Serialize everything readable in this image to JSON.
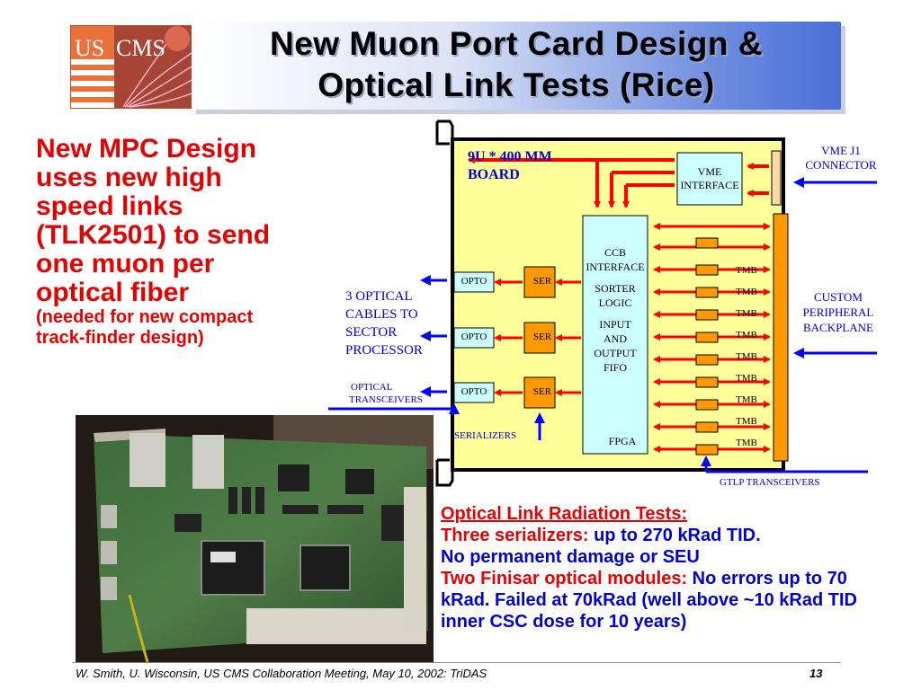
{
  "title": {
    "line1": "New Muon Port Card Design &",
    "line2": "Optical Link Tests (Rice)"
  },
  "logo": {
    "text_left": "US",
    "text_right": "CMS"
  },
  "left_text": {
    "main_lines": [
      "New MPC Design",
      "uses new high",
      "speed links",
      "(TLK2501) to send",
      "one muon per",
      "optical fiber"
    ],
    "sub_lines": [
      "(needed for new compact",
      "track-finder design)"
    ]
  },
  "diagram": {
    "board_label_lines": [
      "9U * 400 MM",
      "BOARD"
    ],
    "vme_interface_lines": [
      "VME",
      "INTERFACE"
    ],
    "fpga_lines": [
      "CCB",
      "INTERFACE",
      "",
      "SORTER",
      "LOGIC",
      "",
      "INPUT",
      "AND",
      "OUTPUT",
      "FIFO"
    ],
    "fpga_label": "FPGA",
    "opto_label": "OPTO",
    "ser_label": "SER",
    "tmb_label": "TMB",
    "vme_j1_lines": [
      "VME  J1",
      "CONNECTOR"
    ],
    "custom_backplane_lines": [
      "CUSTOM",
      "PERIPHERAL",
      "BACKPLANE"
    ],
    "optical_cables_lines": [
      "3  OPTICAL",
      "CABLES TO",
      "SECTOR",
      "PROCESSOR"
    ],
    "optical_transceivers_lines": [
      "OPTICAL",
      "TRANSCEIVERS"
    ],
    "serializers_label": "SERIALIZERS",
    "gtlp_label": "GTLP   TRANSCEIVERS"
  },
  "radiation": {
    "heading": "Optical Link Radiation Tests:",
    "p1_red": "Three serializers:",
    "p1_blue": " up to 270 kRad TID.",
    "p1_line2": "No permanent damage or SEU",
    "p2_red": "Two Finisar optical modules:",
    "p2_blue": " No errors up to 70 kRad. Failed at 70kRad (well above ~10 kRad TID inner CSC dose for 10 years)"
  },
  "footer": {
    "citation": "W. Smith, U. Wisconsin, US CMS Collaboration Meeting, May 10, 2002: TriDAS",
    "page": "13"
  },
  "colors": {
    "board_fill": "#ffff99",
    "red_arrow": "#ff0000",
    "blue_arrow": "#0000ff",
    "orange": "#ff9900",
    "cyan_box": "#ccffff"
  }
}
